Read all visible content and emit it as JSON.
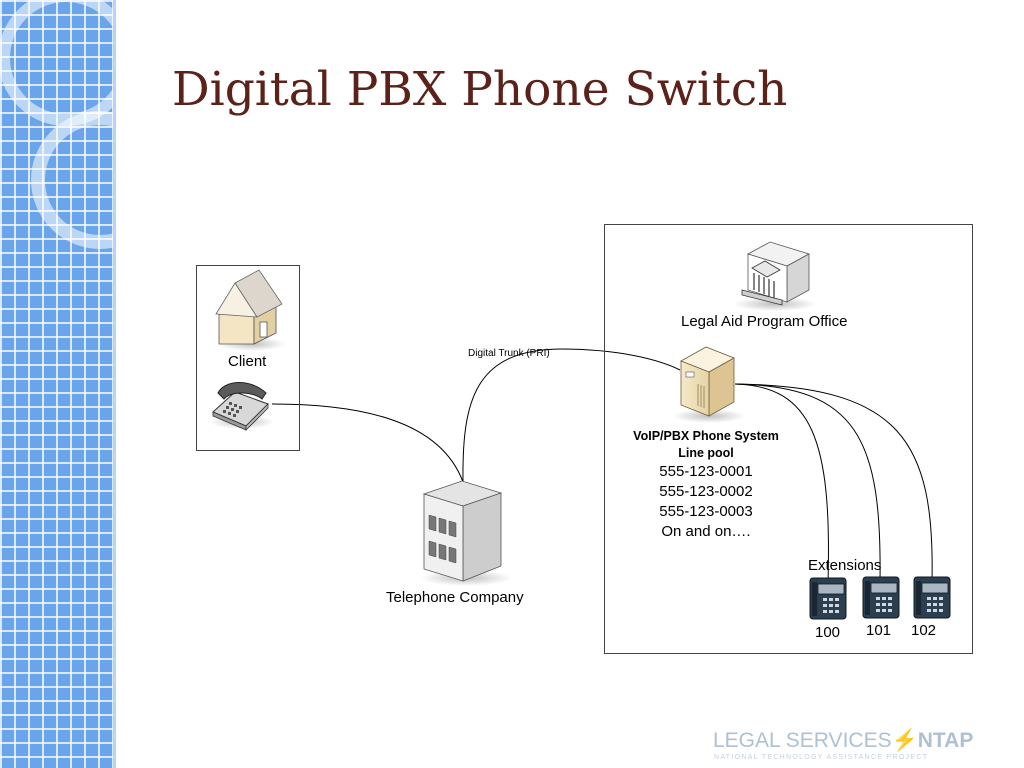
{
  "slide": {
    "title": "Digital PBX Phone Switch"
  },
  "nodes": {
    "client": "Client",
    "office": "Legal Aid Program Office",
    "trunk": "Digital Trunk (PRI)",
    "pbx_title": "VoIP/PBX Phone System",
    "pool_title": "Line pool",
    "line_pool": [
      "555-123-0001",
      "555-123-0002",
      "555-123-0003",
      "On and on…."
    ],
    "extensions_label": "Extensions",
    "extensions": [
      "100",
      "101",
      "102"
    ],
    "telco": "Telephone Company"
  },
  "footer": {
    "brand_left": "LEGAL SERVICES",
    "brand_right": "NTAP",
    "brand_sub": "NATIONAL TECHNOLOGY ASSISTANCE PROJECT"
  },
  "colors": {
    "title": "#5c2219",
    "sidebar": "#6aa4ea",
    "brand": "#aec1d3"
  }
}
